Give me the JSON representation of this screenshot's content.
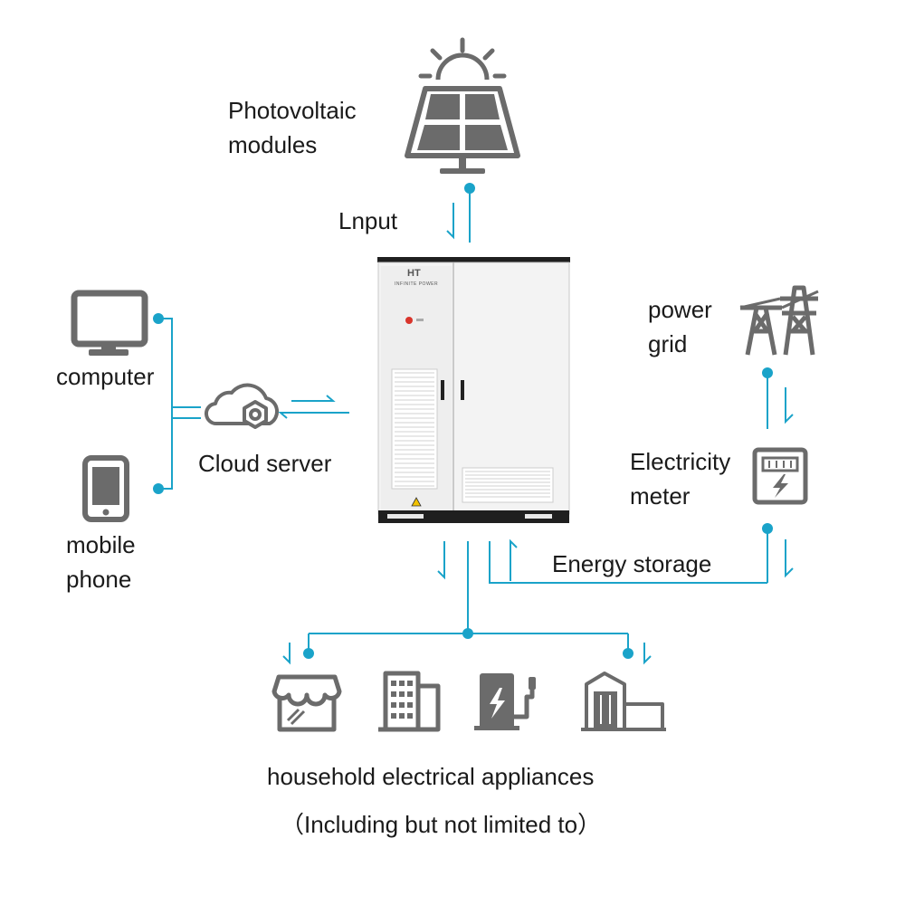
{
  "colors": {
    "line": "#1aa3c9",
    "icon": "#6b6b6b",
    "cabinet_body": "#f2f2f2",
    "cabinet_dark": "#1f1f1f",
    "text": "#1a1a1a"
  },
  "labels": {
    "photovoltaic": [
      "Photovoltaic",
      "modules"
    ],
    "input": "Lnput",
    "power_grid": [
      "power",
      "grid"
    ],
    "computer": "computer",
    "cloud_server": "Cloud server",
    "mobile_phone": [
      "mobile",
      "phone"
    ],
    "electricity_meter": [
      "Electricity",
      "meter"
    ],
    "energy_storage": "Energy storage",
    "appliances": "household electrical appliances",
    "appliances_note": "（Including but not limited to）"
  },
  "cabinet": {
    "brand": "HT",
    "tagline": "INFINITE POWER"
  },
  "icons": {
    "solar": "solar-panel-icon",
    "grid": "power-tower-icon",
    "computer": "monitor-icon",
    "phone": "smartphone-icon",
    "cloud": "cloud-server-icon",
    "meter": "electricity-meter-icon",
    "shop": "shop-icon",
    "building": "office-building-icon",
    "charger": "ev-charger-icon",
    "factory": "factory-icon"
  }
}
